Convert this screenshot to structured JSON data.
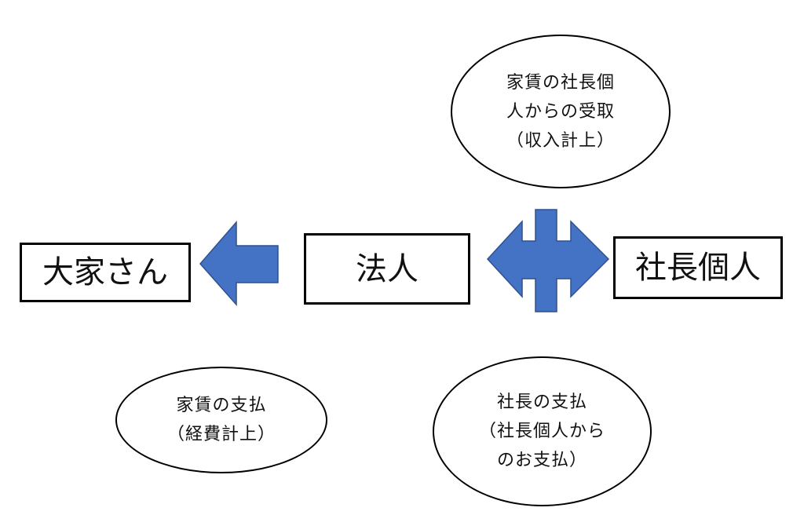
{
  "colors": {
    "arrow_fill": "#4472C4",
    "arrow_stroke": "#2F528F",
    "border": "#000000"
  },
  "nodes": {
    "landlord": "大家さん",
    "corporation": "法人",
    "ceo": "社長個人"
  },
  "notes": {
    "rent_received": [
      "家賃の社長個",
      "人からの受取",
      "（収入計上）"
    ],
    "rent_paid": [
      "家賃の支払",
      "（経費計上）"
    ],
    "ceo_payment": [
      "社長の支払",
      "（社長個人から",
      "のお支払）"
    ]
  },
  "arrows": {
    "corporation_to_landlord": "left-arrow-icon",
    "corporation_ceo_exchange": "left-right-up-down-arrow-icon"
  }
}
